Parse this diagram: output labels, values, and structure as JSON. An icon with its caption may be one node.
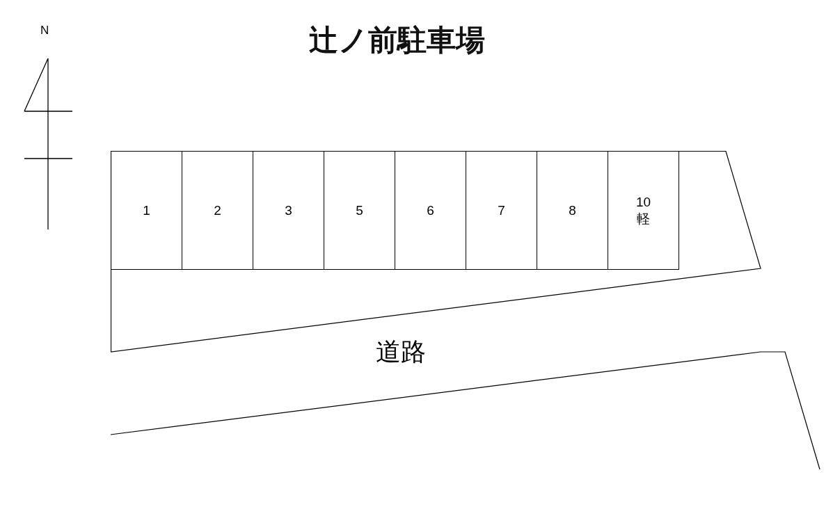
{
  "diagram": {
    "title": "辻ノ前駐車場",
    "nodes": [
      {
        "text": [],
        "shape": "box"
      },
      {
        "text": [
          "1"
        ],
        "in": 0
      },
      {
        "text": [
          "2"
        ],
        "in": 0
      },
      {
        "text": [
          "3"
        ],
        "in": 0
      },
      {
        "text": [
          "5"
        ],
        "in": 0
      },
      {
        "text": [
          "6"
        ],
        "in": 0
      },
      {
        "text": [
          "7"
        ],
        "in": 0
      },
      {
        "text": [
          "8"
        ],
        "in": 0
      },
      {
        "text": [
          "10",
          "軽"
        ],
        "in": 0
      }
    ],
    "edges": [],
    "labels": [
      "N",
      "道路"
    ]
  }
}
